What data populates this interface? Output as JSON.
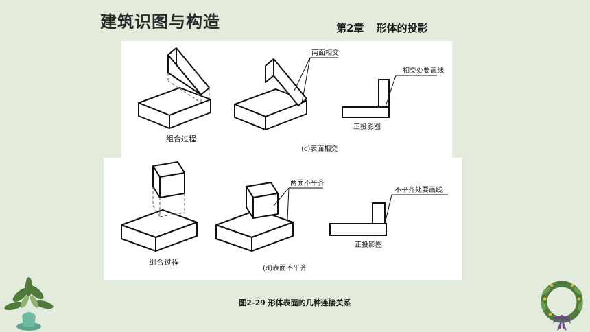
{
  "header": {
    "title": "建筑识图与构造",
    "chapter_no": "第2章",
    "chapter_name": "形体的投影"
  },
  "figure_top": {
    "label_assembly": "组合过程",
    "callout_intersect": "两面相交",
    "callout_line": "相交处要画线",
    "label_front_view": "正投影图",
    "caption": "(c)表面相交"
  },
  "figure_bottom": {
    "label_assembly": "组合过程",
    "callout_unflush": "两面不平齐",
    "callout_line": "不平齐处要画线",
    "label_front_view": "正投影图",
    "caption": "(d)表面不平齐"
  },
  "caption": "图2-29  形体表面的几种连接关系"
}
